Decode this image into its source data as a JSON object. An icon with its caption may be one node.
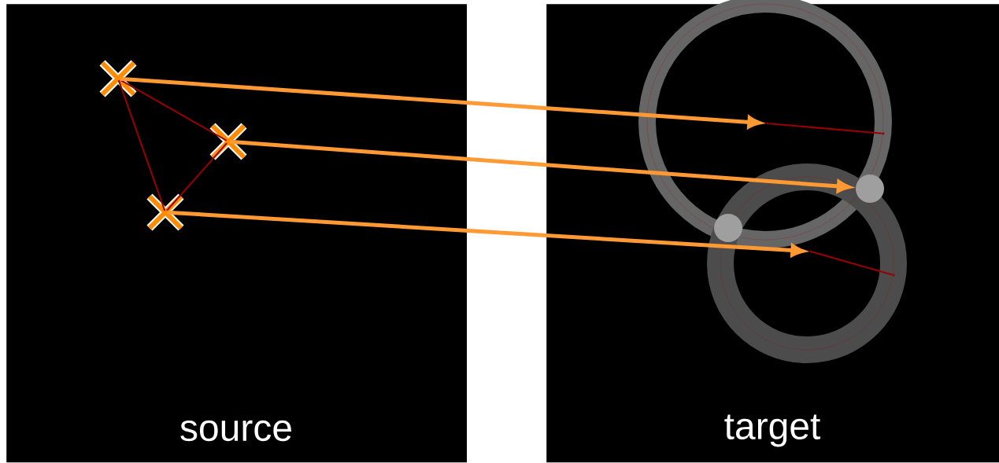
{
  "diagram": {
    "nodes": [
      {
        "text": [
          "source"
        ]
      },
      {
        "text": [
          "target"
        ]
      },
      {
        "text": [],
        "shape": "cross",
        "in": 0
      },
      {
        "text": [],
        "shape": "cross",
        "in": 0
      },
      {
        "text": [],
        "shape": "cross",
        "in": 0
      },
      {
        "text": [],
        "shape": "point",
        "in": 1
      },
      {
        "text": [],
        "shape": "point",
        "in": 1
      },
      {
        "text": [],
        "shape": "circle",
        "in": 1
      },
      {
        "text": [],
        "shape": "point",
        "in": 1
      },
      {
        "text": [],
        "shape": "point",
        "in": 1
      },
      {
        "text": [],
        "shape": "circle",
        "in": 1
      }
    ],
    "edges": [
      {
        "from": 2,
        "to": 3,
        "arrow": "none"
      },
      {
        "from": 2,
        "to": 4,
        "arrow": "none"
      },
      {
        "from": 3,
        "to": 4,
        "arrow": "none"
      },
      {
        "from": 2,
        "to": 5,
        "arrow": "to",
        "style": "thick",
        "color": "#ff9933"
      },
      {
        "from": 3,
        "to": 7,
        "arrow": "to",
        "style": "thick",
        "color": "#ff9933"
      },
      {
        "from": 4,
        "to": 8,
        "arrow": "to",
        "style": "thick",
        "color": "#ff9933"
      },
      {
        "from": 5,
        "to": 6,
        "arrow": "none"
      },
      {
        "from": 8,
        "to": 9,
        "arrow": "none"
      }
    ]
  }
}
